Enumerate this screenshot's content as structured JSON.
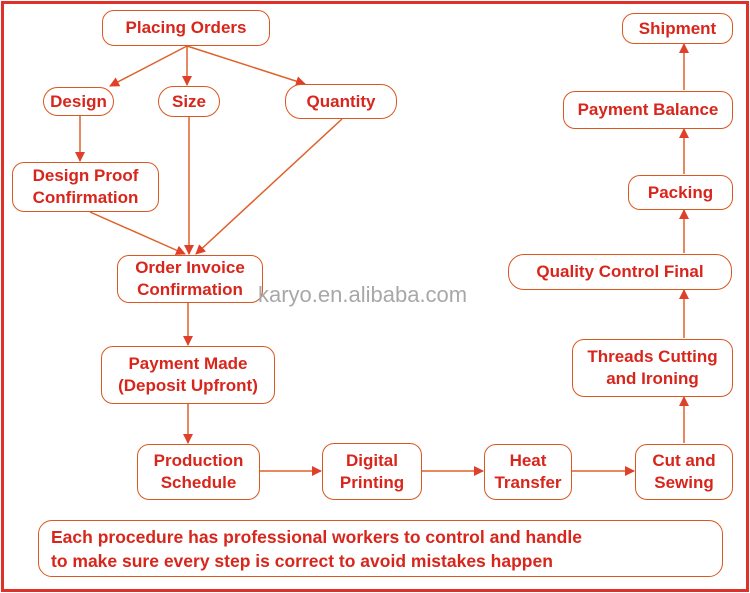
{
  "nodes": {
    "placing_orders": "Placing Orders",
    "design": "Design",
    "size": "Size",
    "quantity": "Quantity",
    "design_proof": [
      "Design Proof",
      "Confirmation"
    ],
    "order_invoice": [
      "Order Invoice",
      "Confirmation"
    ],
    "payment_made": [
      "Payment Made",
      "(Deposit Upfront)"
    ],
    "production_schedule": [
      "Production",
      "Schedule"
    ],
    "digital_printing": [
      "Digital",
      "Printing"
    ],
    "heat_transfer": [
      "Heat",
      "Transfer"
    ],
    "cut_and_sewing": [
      "Cut and",
      "Sewing"
    ],
    "threads_cutting": [
      "Threads Cutting",
      "and Ironing"
    ],
    "quality_control": "Quality Control Final",
    "packing": "Packing",
    "payment_balance": "Payment Balance",
    "shipment": "Shipment"
  },
  "note": [
    "Each procedure has professional workers to control and handle",
    "to make sure every step is correct to avoid mistakes happen"
  ],
  "watermark": "karyo.en.alibaba.com",
  "colors": {
    "text": "#d8261c",
    "border": "#d9581f",
    "frame": "#e0302a",
    "arrow": "#e0402a"
  }
}
